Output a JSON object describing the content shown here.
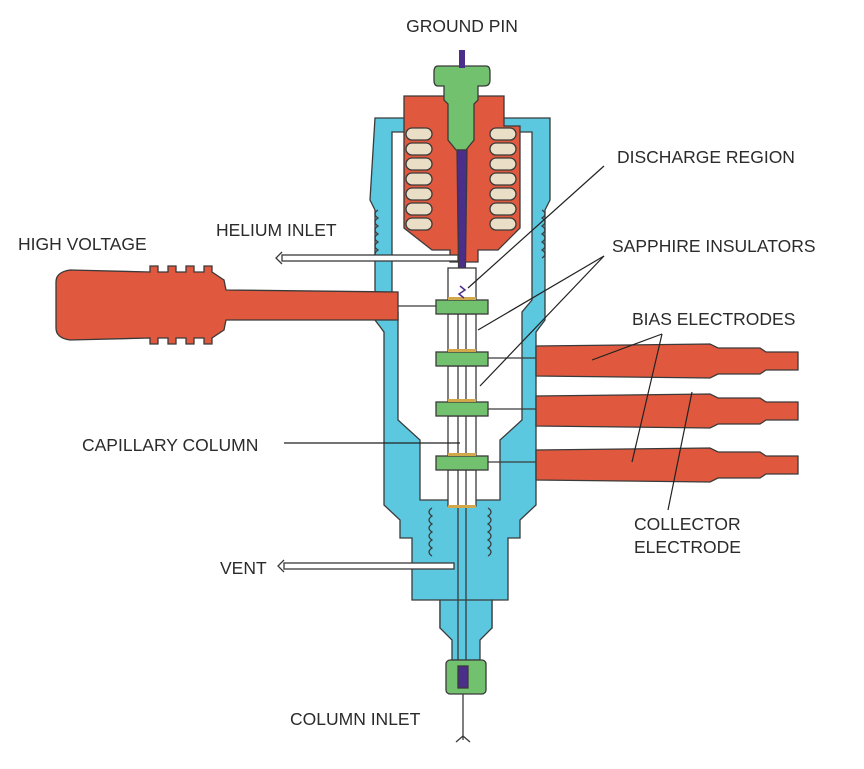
{
  "labels": {
    "ground_pin": "GROUND PIN",
    "discharge_region": "DISCHARGE REGION",
    "helium_inlet": "HELIUM INLET",
    "high_voltage": "HIGH VOLTAGE",
    "sapphire_insulators": "SAPPHIRE INSULATORS",
    "bias_electrodes": "BIAS ELECTRODES",
    "capillary_column": "CAPILLARY COLUMN",
    "collector_electrode_line1": "COLLECTOR",
    "collector_electrode_line2": "ELECTRODE",
    "vent": "VENT",
    "column_inlet": "COLUMN INLET"
  },
  "colors": {
    "housing": "#5bc8e0",
    "electrode": "#e0593e",
    "fitting": "#72c16e",
    "pin": "#4b2d8a",
    "coil": "#eadfc6",
    "outline": "#3a3a3a"
  }
}
